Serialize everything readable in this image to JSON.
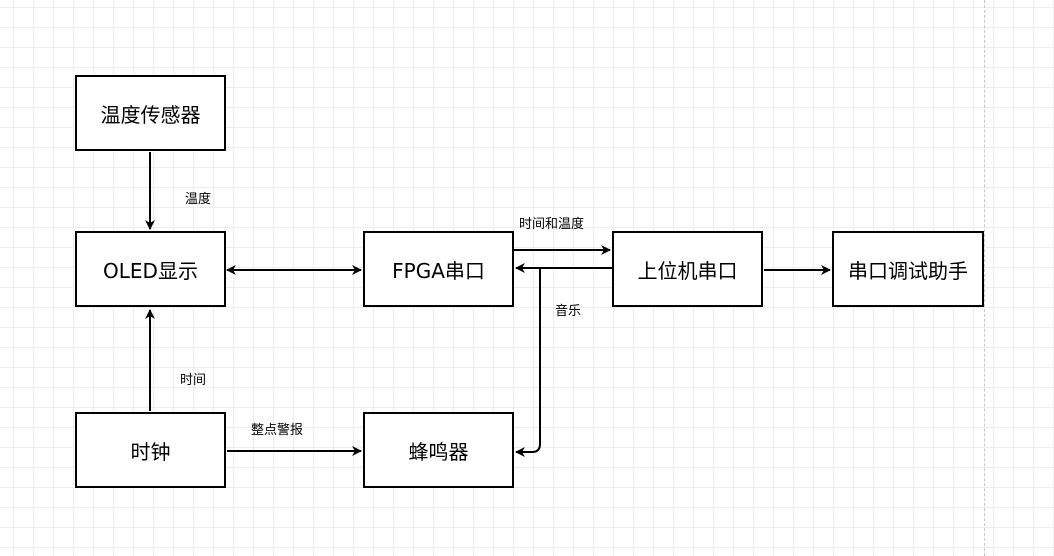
{
  "nodes": {
    "temp_sensor": "温度传感器",
    "oled": "OLED显示",
    "fpga": "FPGA串口",
    "host": "上位机串口",
    "assistant": "串口调试助手",
    "clock": "时钟",
    "buzzer": "蜂鸣器"
  },
  "edges": {
    "sensor_to_oled": "温度",
    "clock_to_oled": "时间",
    "fpga_to_host": "时间和温度",
    "host_to_buzzer": "音乐",
    "clock_to_buzzer": "整点警报"
  },
  "colors": {
    "line": "#000000",
    "grid": "#ededed"
  }
}
